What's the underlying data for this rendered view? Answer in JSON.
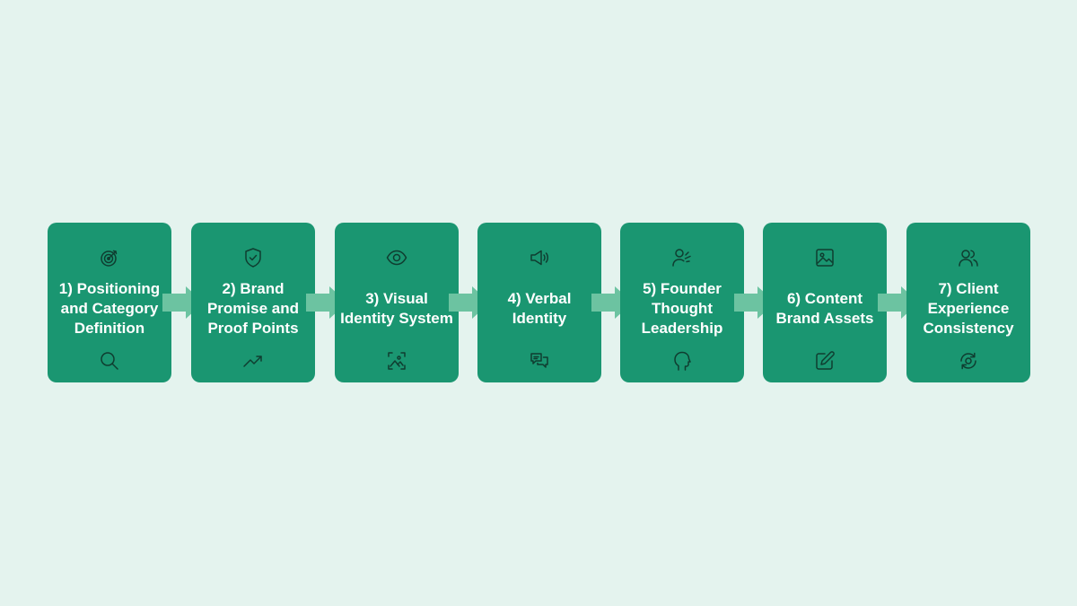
{
  "colors": {
    "background": "#e4f3ee",
    "box_fill": "#1a9671",
    "arrow_fill": "#6cc3a1",
    "text": "#ffffff",
    "icon_stroke": "#0f3d30"
  },
  "steps": [
    {
      "label": "1) Positioning and Category Definition",
      "icon_top": "target-icon",
      "icon_bottom": "search-icon"
    },
    {
      "label": "2) Brand Promise and Proof Points",
      "icon_top": "shield-check-icon",
      "icon_bottom": "trend-up-icon"
    },
    {
      "label": "3) Visual Identity System",
      "icon_top": "eye-icon",
      "icon_bottom": "image-frame-icon"
    },
    {
      "label": "4) Verbal Identity",
      "icon_top": "megaphone-icon",
      "icon_bottom": "chat-bubbles-icon"
    },
    {
      "label": "5) Founder Thought Leadership",
      "icon_top": "user-voice-icon",
      "icon_bottom": "head-profile-icon"
    },
    {
      "label": "6) Content Brand Assets",
      "icon_top": "image-icon",
      "icon_bottom": "edit-document-icon"
    },
    {
      "label": "7) Client Experience Consistency",
      "icon_top": "users-icon",
      "icon_bottom": "refresh-icon"
    }
  ]
}
